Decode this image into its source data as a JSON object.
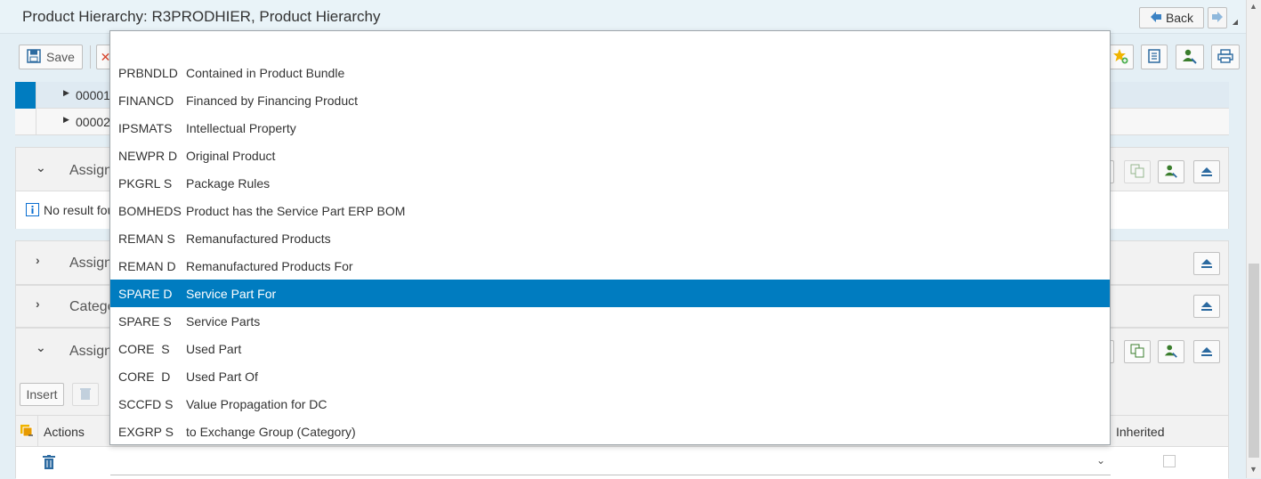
{
  "header": {
    "title": "Product Hierarchy: R3PRODHIER, Product Hierarchy",
    "back_label": "Back"
  },
  "toolbar": {
    "save_label": "Save"
  },
  "tree": {
    "rows": [
      {
        "label": "00001"
      },
      {
        "label": "00002"
      }
    ]
  },
  "panels": {
    "p1_title": "Assign",
    "no_result_text": "No result fou",
    "p2_title": "Assign",
    "p3_title": "Catego",
    "p4_title": "Assign"
  },
  "table": {
    "insert_label": "Insert",
    "col_actions": "Actions",
    "col_inherited": "Inherited"
  },
  "dropdown": {
    "items": [
      {
        "code": "PRBNDLD",
        "desc": "Contained in Product Bundle"
      },
      {
        "code": "FINANCD",
        "desc": "Financed by Financing Product"
      },
      {
        "code": "IPSMATS",
        "desc": "Intellectual Property"
      },
      {
        "code": "NEWPR D",
        "desc": "Original Product"
      },
      {
        "code": "PKGRL S",
        "desc": "Package Rules"
      },
      {
        "code": "BOMHEDS",
        "desc": "Product has the Service Part ERP BOM"
      },
      {
        "code": "REMAN S",
        "desc": "Remanufactured Products"
      },
      {
        "code": "REMAN D",
        "desc": "Remanufactured Products For"
      },
      {
        "code": "SPARE D",
        "desc": "Service Part For"
      },
      {
        "code": "SPARE S",
        "desc": "Service Parts"
      },
      {
        "code": "CORE  S",
        "desc": "Used Part"
      },
      {
        "code": "CORE  D",
        "desc": "Used Part Of"
      },
      {
        "code": "SCCFD S",
        "desc": "Value Propagation for DC"
      },
      {
        "code": "EXGRP S",
        "desc": "to Exchange Group (Category)"
      }
    ],
    "selected_index": 8
  },
  "colors": {
    "accent": "#007cc0",
    "selection": "#007cc0",
    "info_icon": "#0a6ed1"
  }
}
